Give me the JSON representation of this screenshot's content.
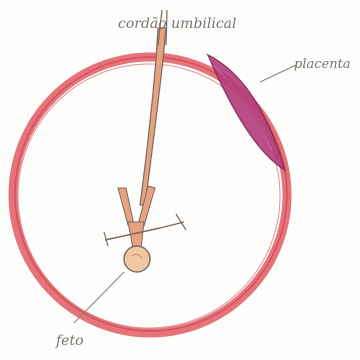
{
  "labels": {
    "cord": "cordão umbilical",
    "placenta": "placenta",
    "fetus": "feto"
  },
  "colors": {
    "paper": "#fdfdfc",
    "uterus_wall": "#e05a62",
    "placenta_fill": "#b5407e",
    "cord_line": "#7a6a66",
    "cord_fill": "#e7a27e",
    "fetus_fill": "#f0c8a0",
    "pencil": "#8a8480"
  }
}
